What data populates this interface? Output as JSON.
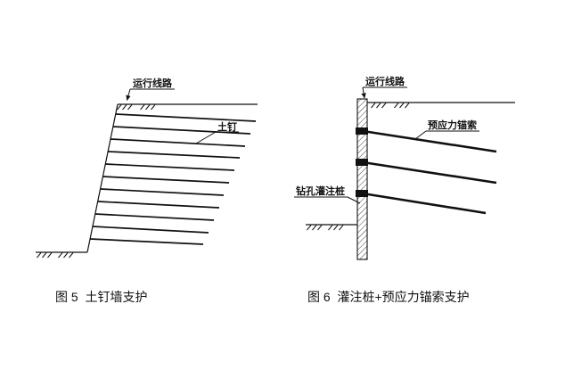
{
  "document": {
    "background": "#ffffff",
    "ink_color": "#111111"
  },
  "figure5": {
    "caption": "图 5  土钉墙支护",
    "labels": {
      "running_line": "运行线路",
      "soil_nail": "土钉"
    }
  },
  "figure6": {
    "caption": "图 6  灌注桩+预应力锚索支护",
    "labels": {
      "running_line": "运行线路",
      "prestressed_anchor": "预应力锚索",
      "bored_pile": "钻孔灌注桩"
    }
  }
}
